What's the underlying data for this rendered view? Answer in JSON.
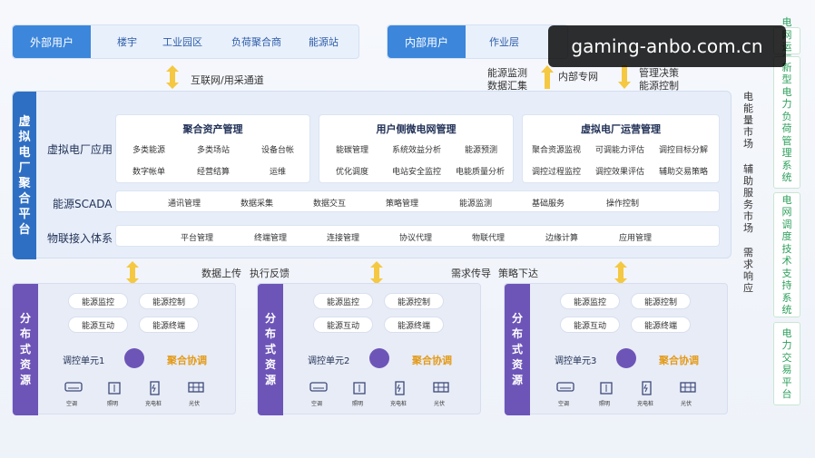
{
  "external_users": {
    "title": "外部用户",
    "items": [
      "楼宇",
      "工业园区",
      "负荷聚合商",
      "能源站"
    ]
  },
  "internal_users": {
    "title": "内部用户",
    "items": [
      "作业层"
    ]
  },
  "top_labels": {
    "internet": "互联网/用采通道",
    "monitor_l1": "能源监测",
    "monitor_l2": "数据汇集",
    "private_net": "内部专网",
    "decision_l1": "管理决策",
    "decision_l2": "能源控制"
  },
  "platform": {
    "title": "虚拟电厂聚合平台",
    "row_labels": {
      "app": "虚拟电厂应用",
      "scada": "能源SCADA",
      "iot": "物联接入体系"
    },
    "cards": [
      {
        "title": "聚合资产管理",
        "items": [
          "多类能源",
          "多类场站",
          "设备台帐",
          "数字帐单",
          "经营结算",
          "运维"
        ]
      },
      {
        "title": "用户侧微电网管理",
        "items": [
          "能碳管理",
          "系统效益分析",
          "能源预测",
          "优化调度",
          "电站安全监控",
          "电能质量分析"
        ]
      },
      {
        "title": "虚拟电厂运营管理",
        "items": [
          "聚合资源监视",
          "可调能力评估",
          "调控目标分解",
          "调控过程监控",
          "调控效果评估",
          "辅助交易策略"
        ]
      }
    ],
    "scada_items": [
      "通讯管理",
      "数据采集",
      "数据交互",
      "策略管理",
      "能源监测",
      "基础服务",
      "操作控制"
    ],
    "iot_items": [
      "平台管理",
      "终端管理",
      "连接管理",
      "协议代理",
      "物联代理",
      "边缘计算",
      "应用管理"
    ]
  },
  "mid_labels": {
    "upload": "数据上传",
    "feedback": "执行反馈",
    "demand": "需求传导",
    "strategy": "策略下达"
  },
  "side_text": {
    "market1": "电能量市场",
    "market2": "辅助服务市场",
    "market3": "需求响应"
  },
  "right_column": {
    "header": "电网运行",
    "boxes": [
      "新型电力负荷管理系统",
      "电网调度技术支持系统",
      "电力交易平台"
    ]
  },
  "distributed": {
    "label": "分布式资源",
    "pills": [
      "能源监控",
      "能源控制",
      "能源互动",
      "能源终端"
    ],
    "units": [
      "调控单元1",
      "调控单元2",
      "调控单元3"
    ],
    "agg_label": "聚合协调",
    "devices": [
      "空调",
      "照明",
      "充电桩",
      "光伏"
    ]
  },
  "watermark": "gaming-anbo.com.cn",
  "colors": {
    "primary_blue": "#3c86db",
    "platform_blue": "#2f6fc3",
    "purple": "#6d55b8",
    "gold": "#e39a18",
    "green": "#2b9f5a",
    "arrow_yellow": "#f5c842"
  }
}
